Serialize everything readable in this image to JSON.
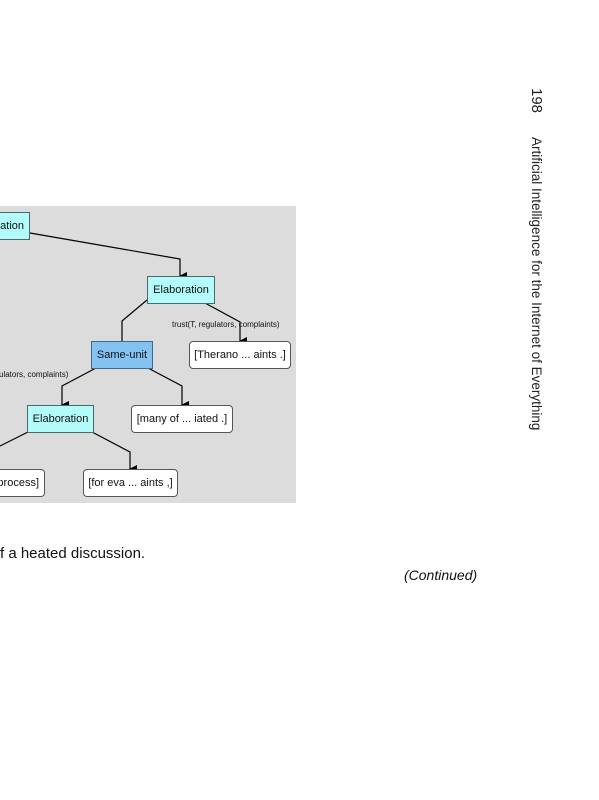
{
  "running_head": {
    "page_number": "198",
    "book_title": "Artificial Intelligence for the Internet of Everything"
  },
  "diagram": {
    "nodes": {
      "top_partial": "ation",
      "elaboration_right": "Elaboration",
      "same_unit": "Same-unit",
      "therano": "[Therano ... aints .]",
      "elaboration_mid": "Elaboration",
      "many_of": "[many of ... iated .]",
      "process_partial": "process]",
      "for_eva": "[for eva ... aints ,]"
    },
    "edge_labels": {
      "trust_right": "trust(T, regulators, complaints)",
      "trust_left_partial": "ulators, complaints)"
    }
  },
  "caption_fragment": "f a heated discussion.",
  "continued_label": "(Continued)"
}
